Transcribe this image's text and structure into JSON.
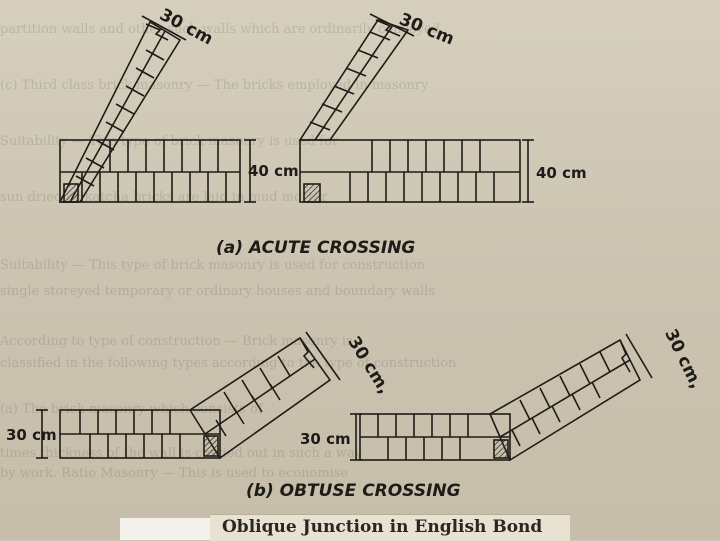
{
  "caption": "Oblique Junction in English Bond",
  "figure_a": {
    "title": "(a) ACUTE CROSSING",
    "dim_left_top": "30 cm",
    "dim_left_side": "40 cm",
    "dim_right_top": "30 cm",
    "dim_right_side": "40 cm"
  },
  "figure_b": {
    "title": "(b) OBTUSE CROSSING",
    "dim_left_side": "30 cm",
    "dim_left_top": "30 cm,",
    "dim_right_side": "30 cm",
    "dim_right_top": "30 cm,"
  },
  "colors": {
    "ink": "#1e1c18",
    "paper": "#d6cfbd",
    "hatch": "#3a362e"
  }
}
